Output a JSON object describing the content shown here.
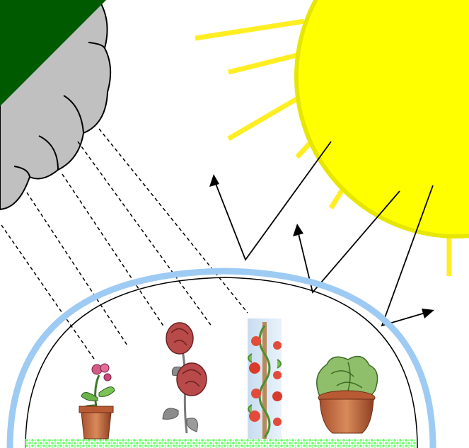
{
  "scene": {
    "colors": {
      "sky_corner": "#005a00",
      "cloud": "#c0c0c0",
      "sun": "#ffff00",
      "sun_rim": "#e6e600",
      "sun_rays": "#ffee22",
      "greenhouse_dome": "#9ecbf3",
      "ground": "#66ff66",
      "rain": "#000000",
      "light_rays": "#000000"
    },
    "elements": [
      "cloud",
      "sun",
      "rain",
      "light-rays",
      "greenhouse",
      "potted-flower",
      "rose",
      "tomato-vine",
      "potted-lettuce",
      "ground"
    ]
  }
}
